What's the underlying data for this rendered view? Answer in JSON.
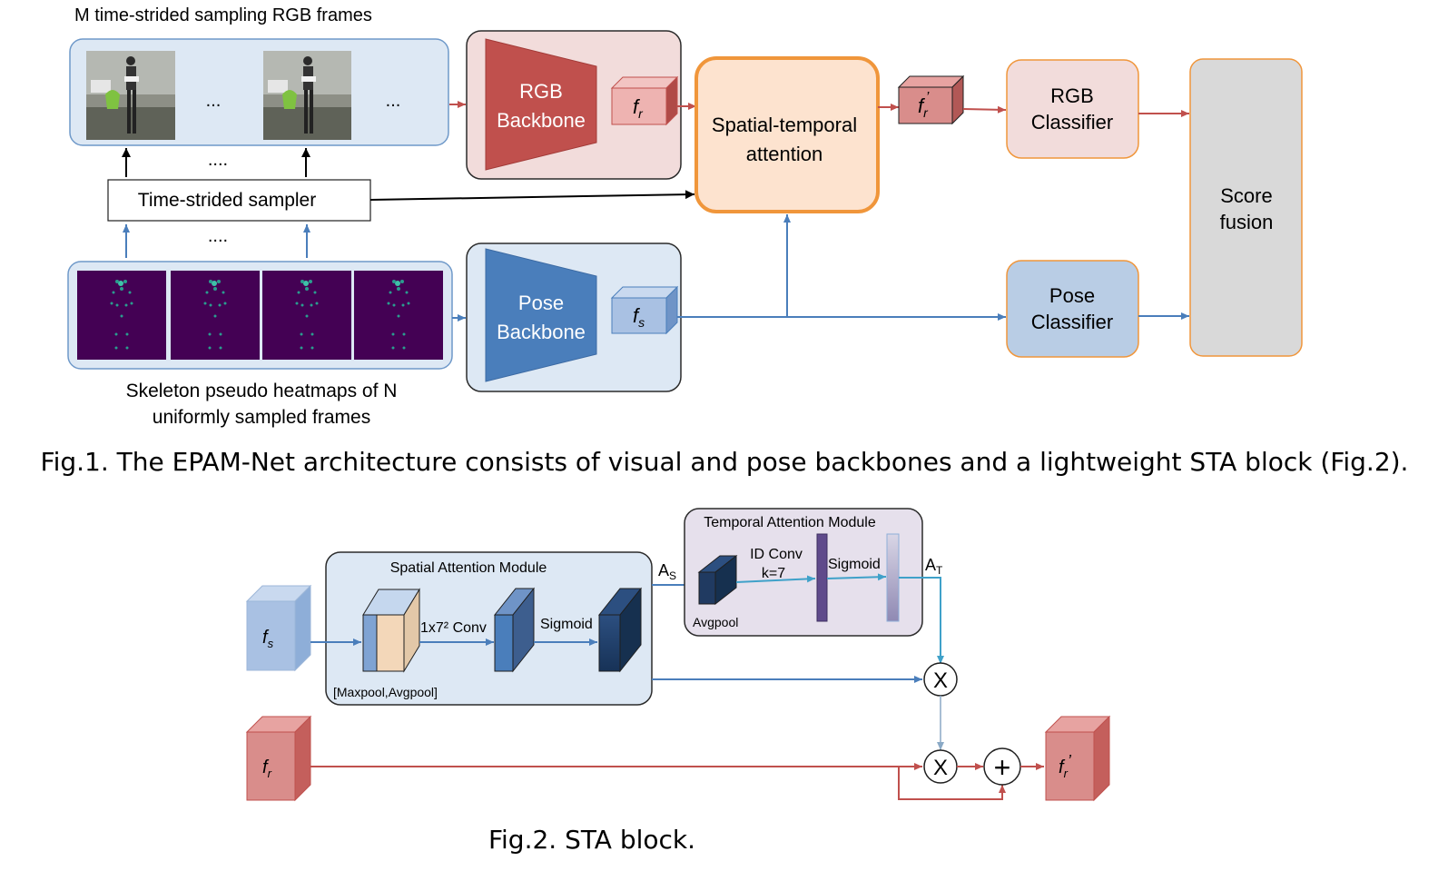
{
  "fig1": {
    "rgb_frames_title": "M time-strided sampling RGB frames",
    "dots_rgb_1": "...",
    "dots_rgb_2": "...",
    "dots_sampler_top": "....",
    "dots_sampler_bottom": "....",
    "sampler_label": "Time-strided sampler",
    "rgb_backbone_line1": "RGB",
    "rgb_backbone_line2": "Backbone",
    "pose_backbone_line1": "Pose",
    "pose_backbone_line2": "Backbone",
    "fr_main": "f",
    "fr_sub": "r",
    "fs_main": "f",
    "fs_sub": "s",
    "frp_main": "f",
    "frp_sub": "r",
    "frp_prime": "’",
    "sta_line1": "Spatial-temporal",
    "sta_line2": "attention",
    "rgb_classifier_line1": "RGB",
    "rgb_classifier_line2": "Classifier",
    "pose_classifier_line1": "Pose",
    "pose_classifier_line2": "Classifier",
    "score_line1": "Score",
    "score_line2": "fusion",
    "heatmap_caption_line1": "Skeleton pseudo heatmaps of N",
    "heatmap_caption_line2": "uniformly sampled  frames",
    "caption": "Fig.1. The EPAM-Net architecture consists of visual and pose backbones and a lightweight STA block (Fig.2)."
  },
  "fig2": {
    "spatial_module_title": "Spatial Attention Module",
    "conv_label": "1x7² Conv",
    "sigmoid_spatial": "Sigmoid",
    "pool_label": "[Maxpool,Avgpool]",
    "as_main": "A",
    "as_sub": "S",
    "temporal_module_title": "Temporal Attention Module",
    "avgpool_label": "Avgpool",
    "idconv_line1": "ID Conv",
    "idconv_line2": "k=7",
    "sigmoid_temporal": "Sigmoid",
    "at_main": "A",
    "at_sub": "T",
    "multiply_symbol": "X",
    "add_symbol": "+",
    "fs_main": "f",
    "fs_sub": "s",
    "fr_main": "f",
    "fr_sub": "r",
    "out_main": "f",
    "out_sub": "r",
    "out_prime": "’",
    "caption": "Fig.2. STA block."
  },
  "colors": {
    "rgb_line": "#c0504d",
    "pose_line": "#4a7ebb",
    "temporal_line": "#3fa1c9",
    "sta_border": "#f0963b",
    "heatmap_bg": "#440154"
  }
}
